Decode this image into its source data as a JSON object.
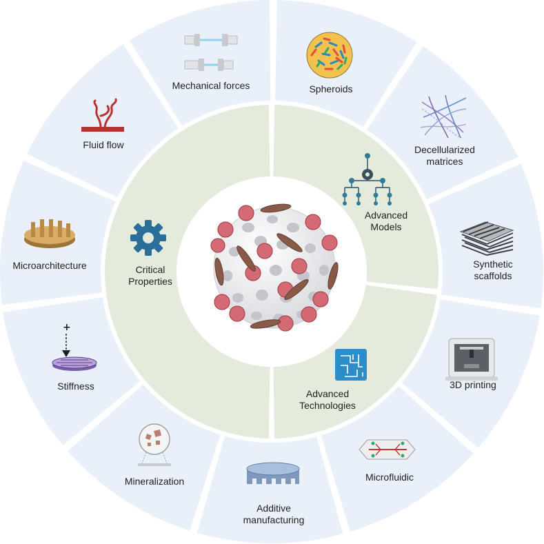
{
  "outer_segments": [
    {
      "id": "mechanical-forces",
      "label": "Mechanical forces",
      "icon": "bioreactor-stretch-icon"
    },
    {
      "id": "spheroids",
      "label": "Spheroids",
      "icon": "spheroid-icon"
    },
    {
      "id": "decellularized-matrices",
      "label": "Decellularized\nmatrices",
      "icon": "fiber-matrix-icon"
    },
    {
      "id": "synthetic-scaffolds",
      "label": "Synthetic\nscaffolds",
      "icon": "woodpile-scaffold-icon"
    },
    {
      "id": "3d-printing",
      "label": "3D printing",
      "icon": "3d-printer-icon"
    },
    {
      "id": "microfluidic",
      "label": "Microfluidic",
      "icon": "microfluidic-chip-icon"
    },
    {
      "id": "additive-manufacturing",
      "label": "Additive\nmanufacturing",
      "icon": "cylinder-scaffold-icon"
    },
    {
      "id": "mineralization",
      "label": "Mineralization",
      "icon": "mineral-crystals-icon"
    },
    {
      "id": "stiffness",
      "label": "Stiffness",
      "icon": "indentation-mesh-icon"
    },
    {
      "id": "microarchitecture",
      "label": "Microarchitecture",
      "icon": "grooved-disc-icon"
    },
    {
      "id": "fluid-flow",
      "label": "Fluid flow",
      "icon": "vessel-network-icon"
    }
  ],
  "inner_sections": [
    {
      "id": "critical-properties",
      "label": "Critical\nProperties",
      "icon": "gear-icon"
    },
    {
      "id": "advanced-models",
      "label": "Advanced\nModels",
      "icon": "network-gear-icon"
    },
    {
      "id": "advanced-technologies",
      "label": "Advanced\nTechnologies",
      "icon": "circuit-chip-icon"
    }
  ],
  "center": {
    "icon": "cellular-spheroid-icon"
  },
  "colors": {
    "outer_ring": "#eaf0f9",
    "inner_ring": "#e5ebdc",
    "gear": "#2a6e9a",
    "chip": "#2d8dc8",
    "text": "#1e1e1e"
  }
}
